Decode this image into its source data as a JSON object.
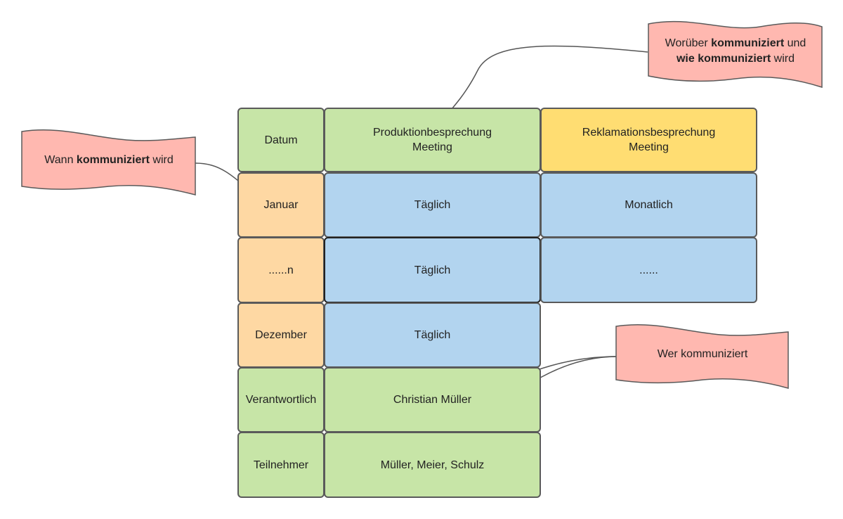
{
  "colors": {
    "green": "#c7e5a7",
    "yellow": "#ffdd72",
    "orange": "#fed8a3",
    "blue": "#b2d4ef",
    "callout": "#ffb8b0",
    "border": "#5a5a5a"
  },
  "table": {
    "header": {
      "datum": "Datum",
      "produktion_line1": "Produktionbesprechung",
      "produktion_line2": "Meeting",
      "reklamation_line1": "Reklamationsbesprechung",
      "reklamation_line2": "Meeting"
    },
    "rows": [
      {
        "label": "Januar",
        "produktion": "Täglich",
        "reklamation": "Monatlich"
      },
      {
        "label": "......n",
        "produktion": "Täglich",
        "reklamation": "......"
      },
      {
        "label": "Dezember",
        "produktion": "Täglich"
      }
    ],
    "verantwortlich": {
      "label": "Verantwortlich",
      "value": "Christian Müller"
    },
    "teilnehmer": {
      "label": "Teilnehmer",
      "value": "Müller, Meier, Schulz"
    }
  },
  "callouts": {
    "worueber": {
      "part1": "Worüber ",
      "bold1": "kommuniziert",
      "part2": " und",
      "bold2": "wie kommuniziert",
      "part3": " wird"
    },
    "wann": {
      "part1": "Wann ",
      "bold1": "kommuniziert",
      "part2": " wird"
    },
    "wer": {
      "text": "Wer kommuniziert"
    }
  }
}
